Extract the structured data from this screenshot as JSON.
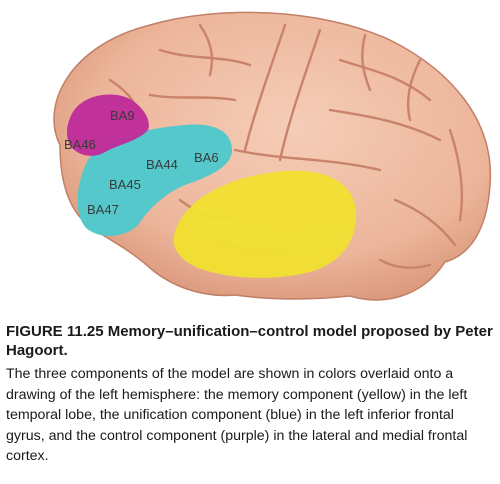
{
  "figure": {
    "caption_title": "FIGURE 11.25 Memory–unification–control model proposed by Peter Hagoort.",
    "caption_body": "The three components of the model are shown in colors overlaid onto a drawing of the left hemisphere: the memory component (yellow) in the left temporal lobe, the unification component (blue) in the left inferior frontal gyrus, and the control component (purple) in the lateral and medial frontal cortex."
  },
  "regions": [
    {
      "id": "ba9",
      "label": "BA9"
    },
    {
      "id": "ba46",
      "label": "BA46"
    },
    {
      "id": "ba44",
      "label": "BA44"
    },
    {
      "id": "ba6",
      "label": "BA6"
    },
    {
      "id": "ba45",
      "label": "BA45"
    },
    {
      "id": "ba47",
      "label": "BA47"
    }
  ],
  "colors": {
    "brain": "#edb9a0",
    "brain_dark": "#c98a70",
    "memory_component": "#f0e030",
    "unification_component": "#4fc8cc",
    "control_component": "#bf2c9a"
  }
}
